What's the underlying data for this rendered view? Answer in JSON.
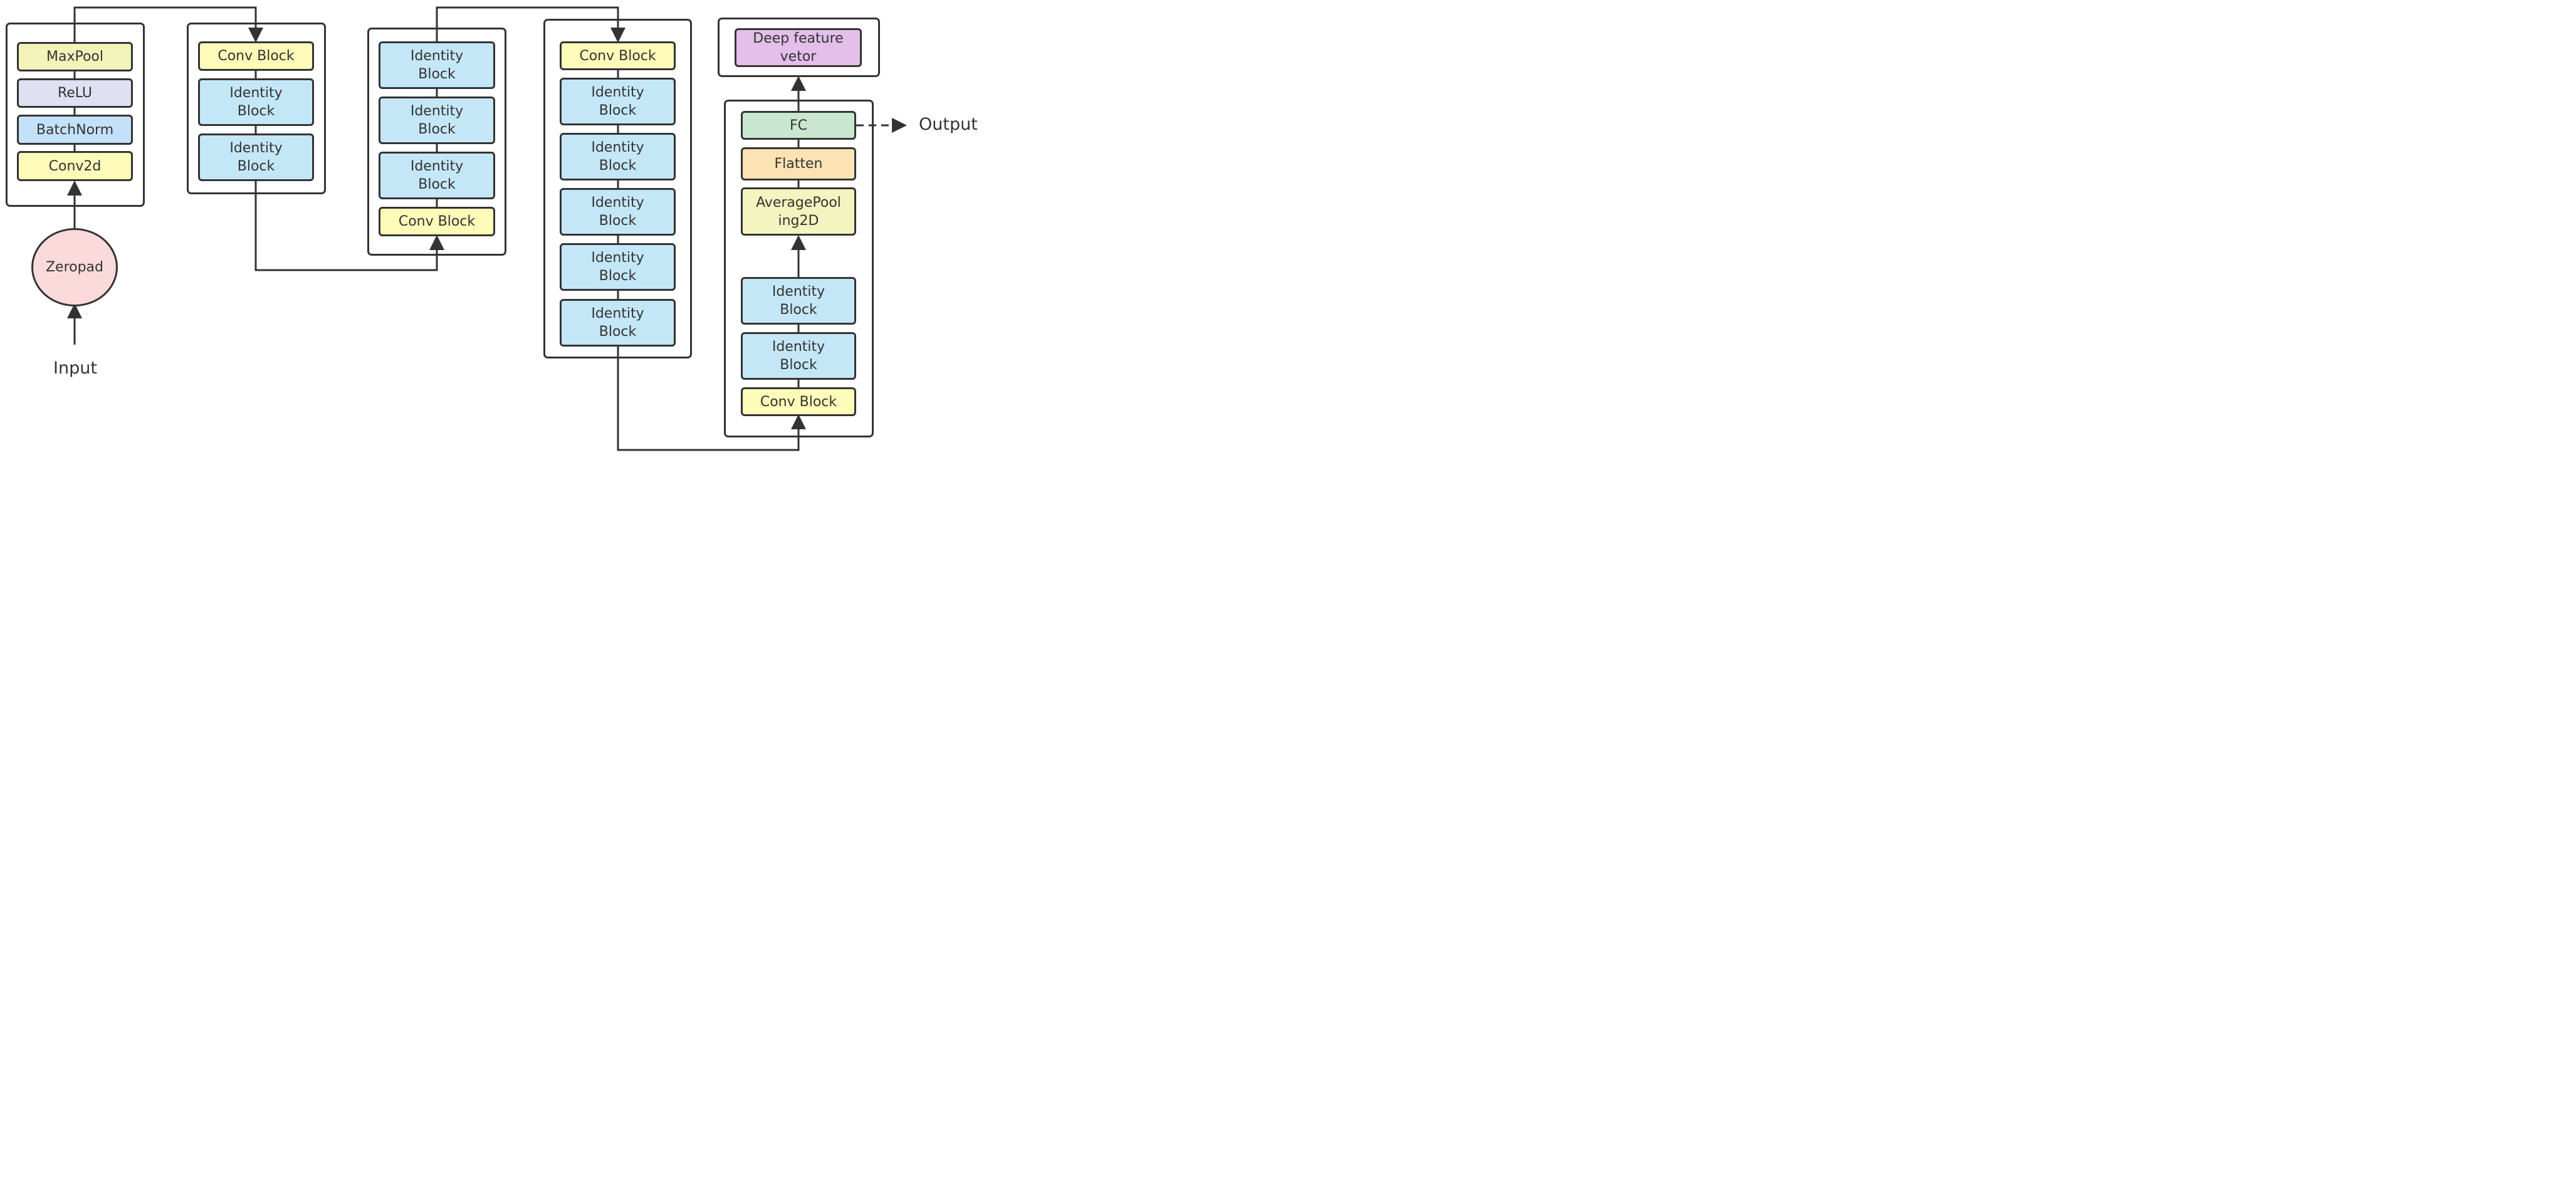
{
  "colors": {
    "stroke": "#333333",
    "conv_block": "#fffbb8",
    "identity_block": "#c4e7f7",
    "maxpool": "#f1f3b9",
    "relu": "#dfe0f2",
    "batchnorm": "#c4e1fa",
    "fc": "#c9e7cf",
    "flatten": "#fde2b3",
    "average_pooling": "#f3f4bf",
    "deep_feature": "#e3bfe9",
    "zeropad": "#fadada"
  },
  "stem": {
    "input_label": "Input",
    "zeropad": "Zeropad",
    "conv2d": "Conv2d",
    "batchnorm": "BatchNorm",
    "relu": "ReLU",
    "maxpool": "MaxPool"
  },
  "stage2": {
    "conv_block": "Conv Block",
    "identity_1": "Identity\nBlock",
    "identity_2": "Identity\nBlock"
  },
  "stage3": {
    "identity_1": "Identity\nBlock",
    "identity_2": "Identity\nBlock",
    "identity_3": "Identity\nBlock",
    "conv_block": "Conv Block"
  },
  "stage4": {
    "conv_block": "Conv Block",
    "identity_1": "Identity\nBlock",
    "identity_2": "Identity\nBlock",
    "identity_3": "Identity\nBlock",
    "identity_4": "Identity\nBlock",
    "identity_5": "Identity\nBlock"
  },
  "stage5": {
    "conv_block": "Conv Block",
    "identity_1": "Identity\nBlock",
    "identity_2": "Identity\nBlock",
    "average_pooling": "AveragePool\ning2D",
    "flatten": "Flatten",
    "fc": "FC",
    "output_label": "Output"
  },
  "head": {
    "deep_feature": "Deep feature\nvetor"
  }
}
